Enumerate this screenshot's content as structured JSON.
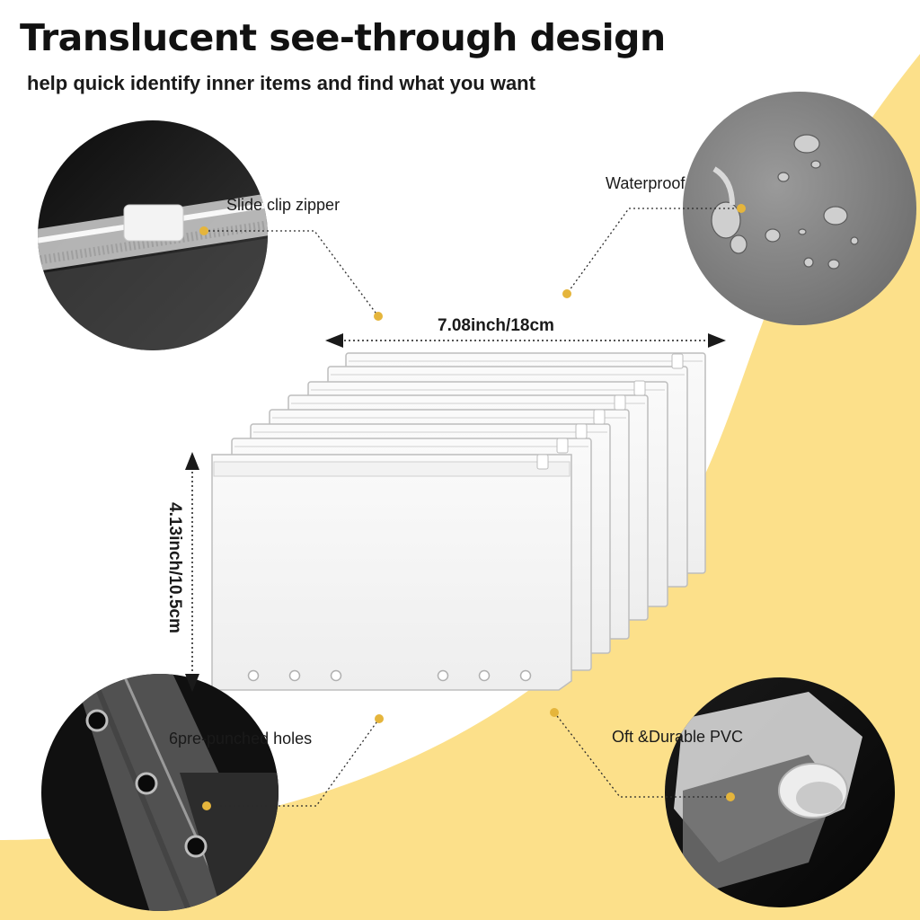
{
  "header": {
    "title": "Translucent see-through design",
    "subtitle": "help quick identify inner items and find what you want"
  },
  "callouts": {
    "zipper": "Slide clip zipper",
    "waterproof": "Waterproof",
    "holes": "6pre-punched holes",
    "pvc": "Oft &Durable PVC"
  },
  "dimensions": {
    "width": "7.08inch/18cm",
    "height": "4.13inch/10.5cm"
  },
  "colors": {
    "accent_yellow": "#FCE08A",
    "dot_gold": "#E5B53C"
  }
}
